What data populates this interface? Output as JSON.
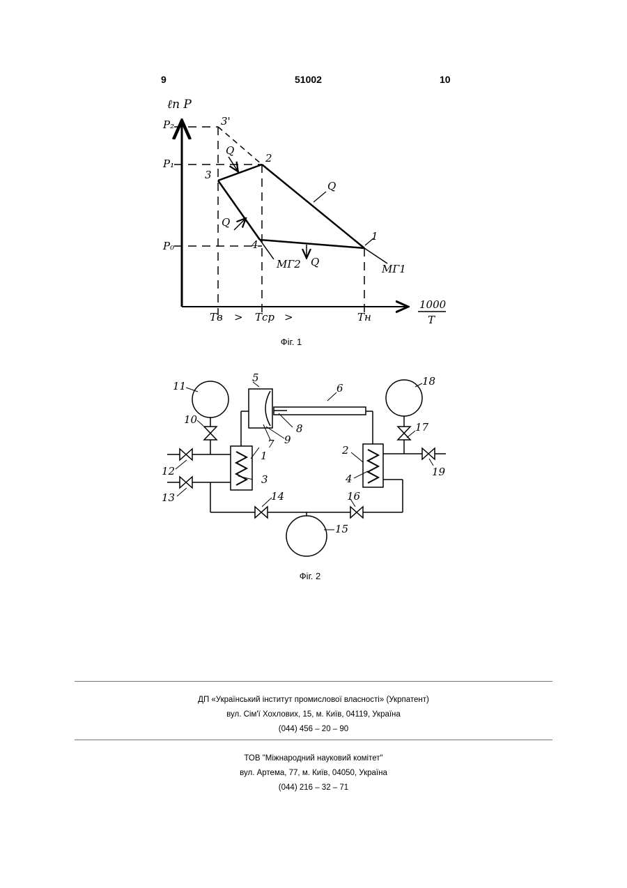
{
  "header": {
    "page_left": "9",
    "patent_number": "51002",
    "page_right": "10"
  },
  "figure1": {
    "caption": "Фіг. 1",
    "y_axis_label": "ℓn P",
    "x_axis_label_num": "1000",
    "x_axis_label_den": "T",
    "pressure_labels": [
      "P₂",
      "P₁",
      "P₀"
    ],
    "temperature_labels": [
      "Tв",
      ">",
      "Tср",
      ">",
      "Tн"
    ],
    "point_labels": [
      "3'",
      "2",
      "3",
      "4",
      "1"
    ],
    "heat_labels": [
      "Q",
      "Q",
      "Q",
      "Q"
    ],
    "hydride_labels": [
      "МГ2",
      "МГ1"
    ]
  },
  "figure2": {
    "caption": "Фіг. 2",
    "component_numbers": [
      "1",
      "2",
      "3",
      "4",
      "5",
      "6",
      "7",
      "8",
      "9",
      "11",
      "10",
      "12",
      "13",
      "14",
      "15",
      "16",
      "17",
      "18",
      "19"
    ]
  },
  "footer": {
    "org1_name": "ДП «Український інститут промислової власності» (Укрпатент)",
    "org1_address": "вул. Сім'ї Хохлових, 15, м. Київ, 04119, Україна",
    "org1_phone": "(044) 456 – 20 – 90",
    "org2_name": "ТОВ \"Міжнародний науковий комітет\"",
    "org2_address": "вул. Артема, 77, м. Київ, 04050, Україна",
    "org2_phone": "(044) 216 – 32 – 71"
  }
}
